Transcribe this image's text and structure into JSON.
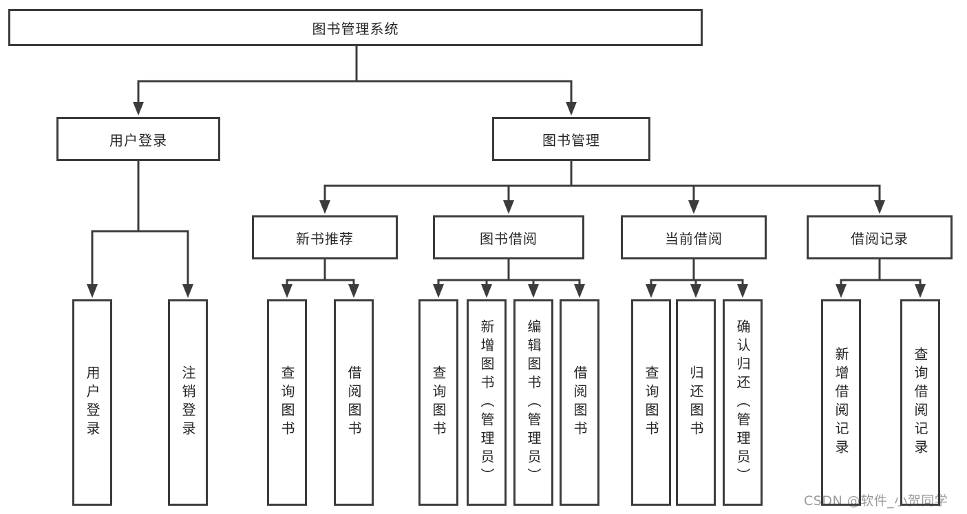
{
  "colors": {
    "line": "#3c3c3c",
    "text": "#262626",
    "watermark": "#9a9a9a",
    "background": "#ffffff"
  },
  "watermark": {
    "text": "CSDN @软件_小贺同学"
  },
  "tree": {
    "root": {
      "label": "图书管理系统",
      "children": [
        {
          "label": "用户登录",
          "children": [
            {
              "label": "用户登录"
            },
            {
              "label": "注销登录"
            }
          ]
        },
        {
          "label": "图书管理",
          "children": [
            {
              "label": "新书推荐",
              "children": [
                {
                  "label": "查询图书"
                },
                {
                  "label": "借阅图书"
                }
              ]
            },
            {
              "label": "图书借阅",
              "children": [
                {
                  "label": "查询图书"
                },
                {
                  "label": "新增图书（管理员）"
                },
                {
                  "label": "编辑图书（管理员）"
                },
                {
                  "label": "借阅图书"
                }
              ]
            },
            {
              "label": "当前借阅",
              "children": [
                {
                  "label": "查询图书"
                },
                {
                  "label": "归还图书"
                },
                {
                  "label": "确认归还（管理员）"
                }
              ]
            },
            {
              "label": "借阅记录",
              "children": [
                {
                  "label": "新增借阅记录"
                },
                {
                  "label": "查询借阅记录"
                }
              ]
            }
          ]
        }
      ]
    }
  }
}
